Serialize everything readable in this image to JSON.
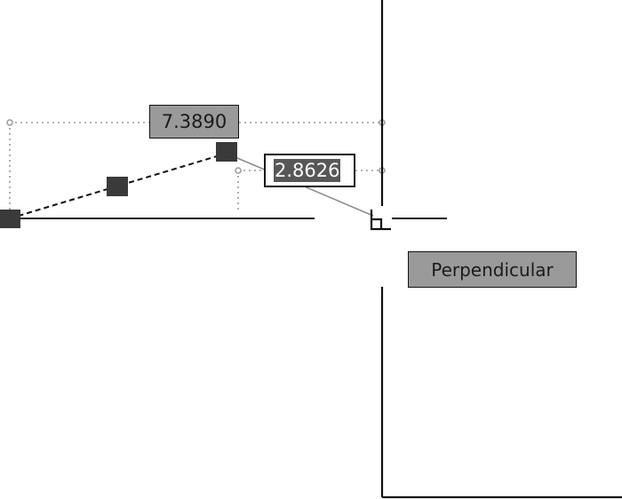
{
  "dynamic_input": {
    "length_value": "7.3890",
    "angle_value": "2.8626"
  },
  "osnap": {
    "tooltip_label": "Perpendicular",
    "marker": "perpendicular-snap-marker"
  },
  "icons": {
    "grip": "square-grip",
    "snap_marker": "perpendicular-icon"
  },
  "colors": {
    "background": "#ffffff",
    "geometry": "#111111",
    "grip": "#3a3a3a",
    "tooltip_fill": "#9a9a9a",
    "selection_fill": "#575757",
    "dimension_line": "#9a9a9a"
  }
}
